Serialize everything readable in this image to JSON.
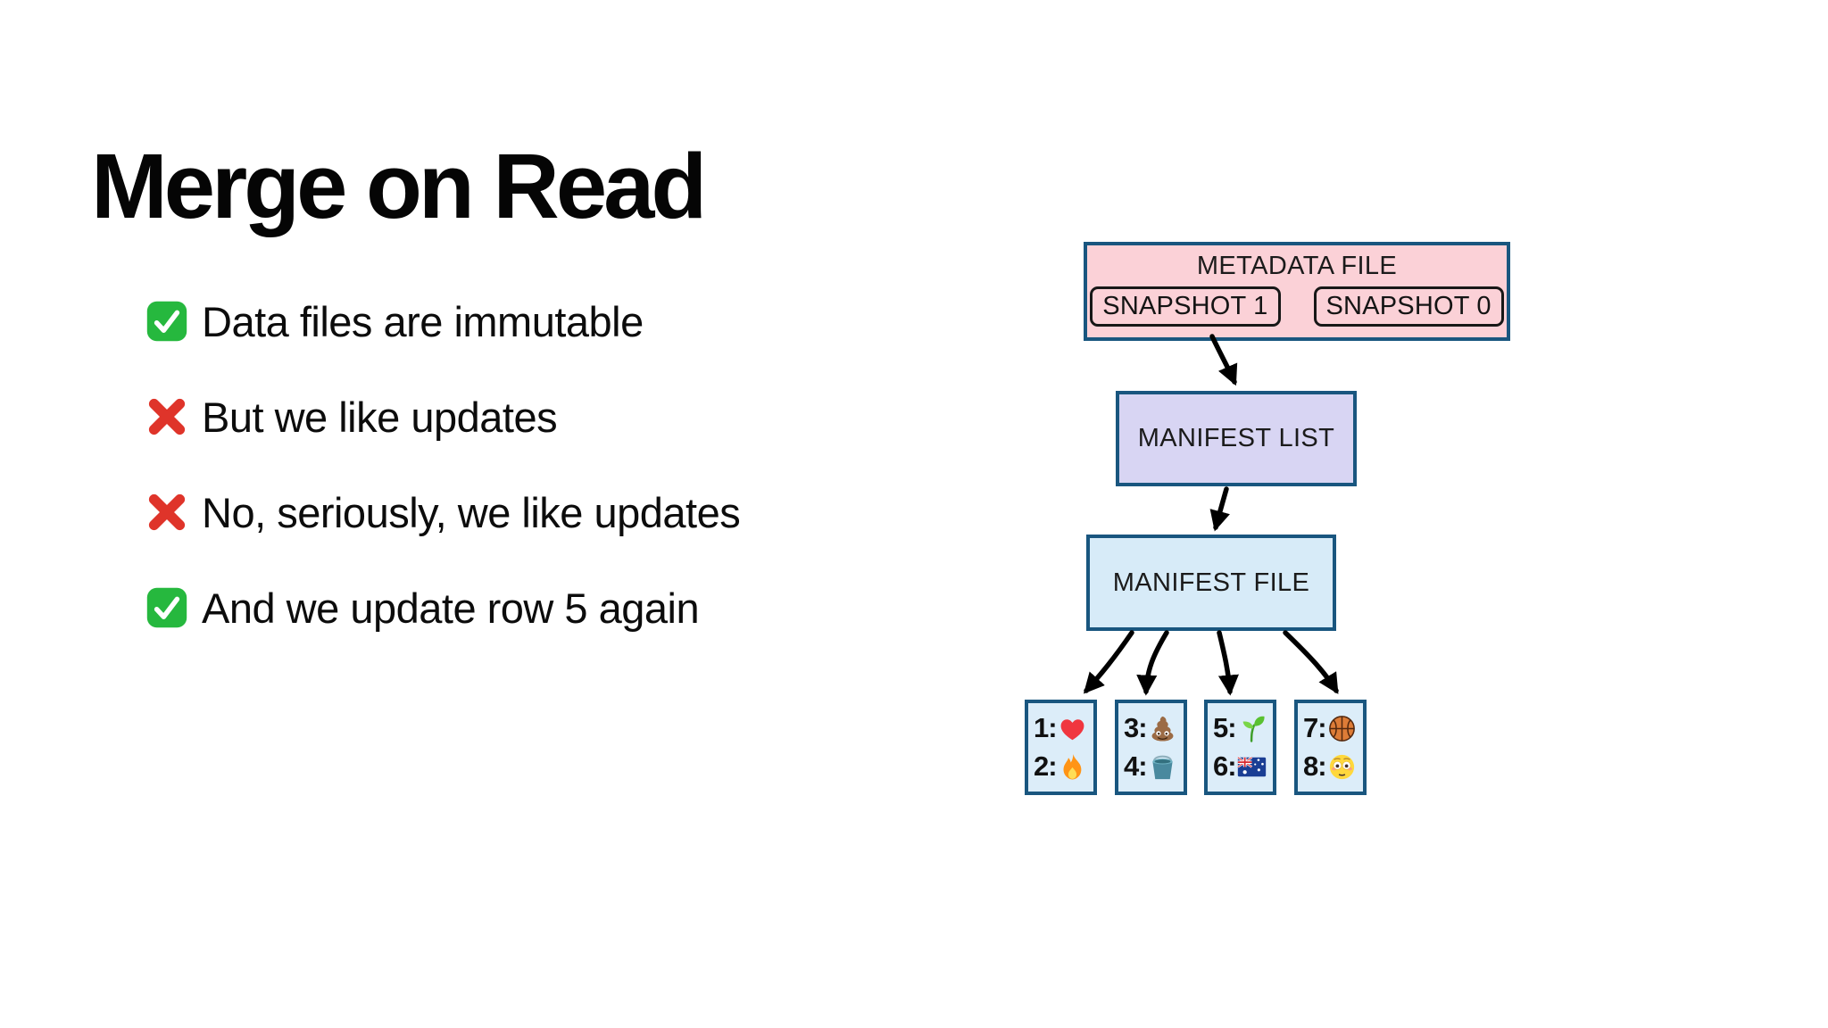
{
  "slide": {
    "title": "Merge on Read",
    "background": "#ffffff"
  },
  "bullets": [
    {
      "icon": "check-mark-button",
      "emoji": "✅",
      "text": "Data files are immutable"
    },
    {
      "icon": "cross-mark",
      "emoji": "❌",
      "text": "But we like updates"
    },
    {
      "icon": "cross-mark",
      "emoji": "❌",
      "text": "No, seriously, we like updates"
    },
    {
      "icon": "check-mark-button",
      "emoji": "✅",
      "text": "And we update row 5 again"
    }
  ],
  "diagram": {
    "metadata_file": {
      "label": "METADATA FILE",
      "fill": "#fbd1d7",
      "snapshots": [
        {
          "label": "SNAPSHOT 1"
        },
        {
          "label": "SNAPSHOT 0"
        }
      ]
    },
    "manifest_list": {
      "label": "MANIFEST LIST",
      "fill": "#d8d5f3"
    },
    "manifest_file": {
      "label": "MANIFEST FILE",
      "fill": "#d7ebf8"
    },
    "data_files": [
      {
        "rows": [
          {
            "label": "1:",
            "icon": "red-heart",
            "emoji": "❤️"
          },
          {
            "label": "2:",
            "icon": "fire",
            "emoji": "🔥"
          }
        ]
      },
      {
        "rows": [
          {
            "label": "3:",
            "icon": "pile-of-poo",
            "emoji": "💩"
          },
          {
            "label": "4:",
            "icon": "bucket",
            "emoji": "🪣"
          }
        ]
      },
      {
        "rows": [
          {
            "label": "5:",
            "icon": "seedling",
            "emoji": "🌱"
          },
          {
            "label": "6:",
            "icon": "australia-flag",
            "emoji": "🇦🇺"
          }
        ]
      },
      {
        "rows": [
          {
            "label": "7:",
            "icon": "basketball",
            "emoji": "🏀"
          },
          {
            "label": "8:",
            "icon": "flushed-face",
            "emoji": "😳"
          }
        ]
      }
    ],
    "colors": {
      "box_border": "#19567f",
      "metadata_fill": "#fbd1d7",
      "manifest_list_fill": "#d8d5f3",
      "manifest_file_fill": "#d7ebf8",
      "data_file_fill": "#dcedf9",
      "snapshot_border": "#171717",
      "arrow": "#000000"
    }
  }
}
